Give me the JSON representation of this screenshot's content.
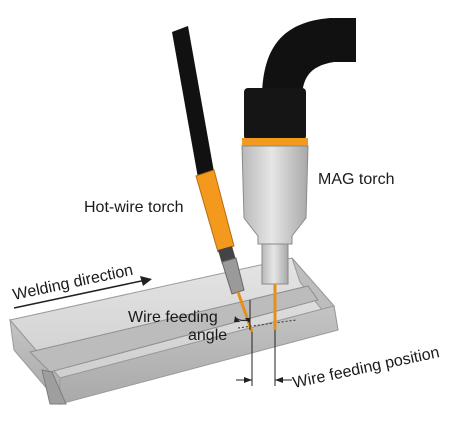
{
  "labels": {
    "mag_torch": "MAG torch",
    "hot_wire_torch": "Hot-wire torch",
    "welding_direction": "Welding direction",
    "wire_feeding_angle_line1": "Wire feeding",
    "wire_feeding_angle_line2": "angle",
    "wire_feeding_position": "Wire feeding position"
  },
  "colors": {
    "cable_black": "#111111",
    "torch_gray": "#c9c9c9",
    "orange_band": "#f39a1e",
    "workpiece_gray": "#d4d4d4"
  }
}
